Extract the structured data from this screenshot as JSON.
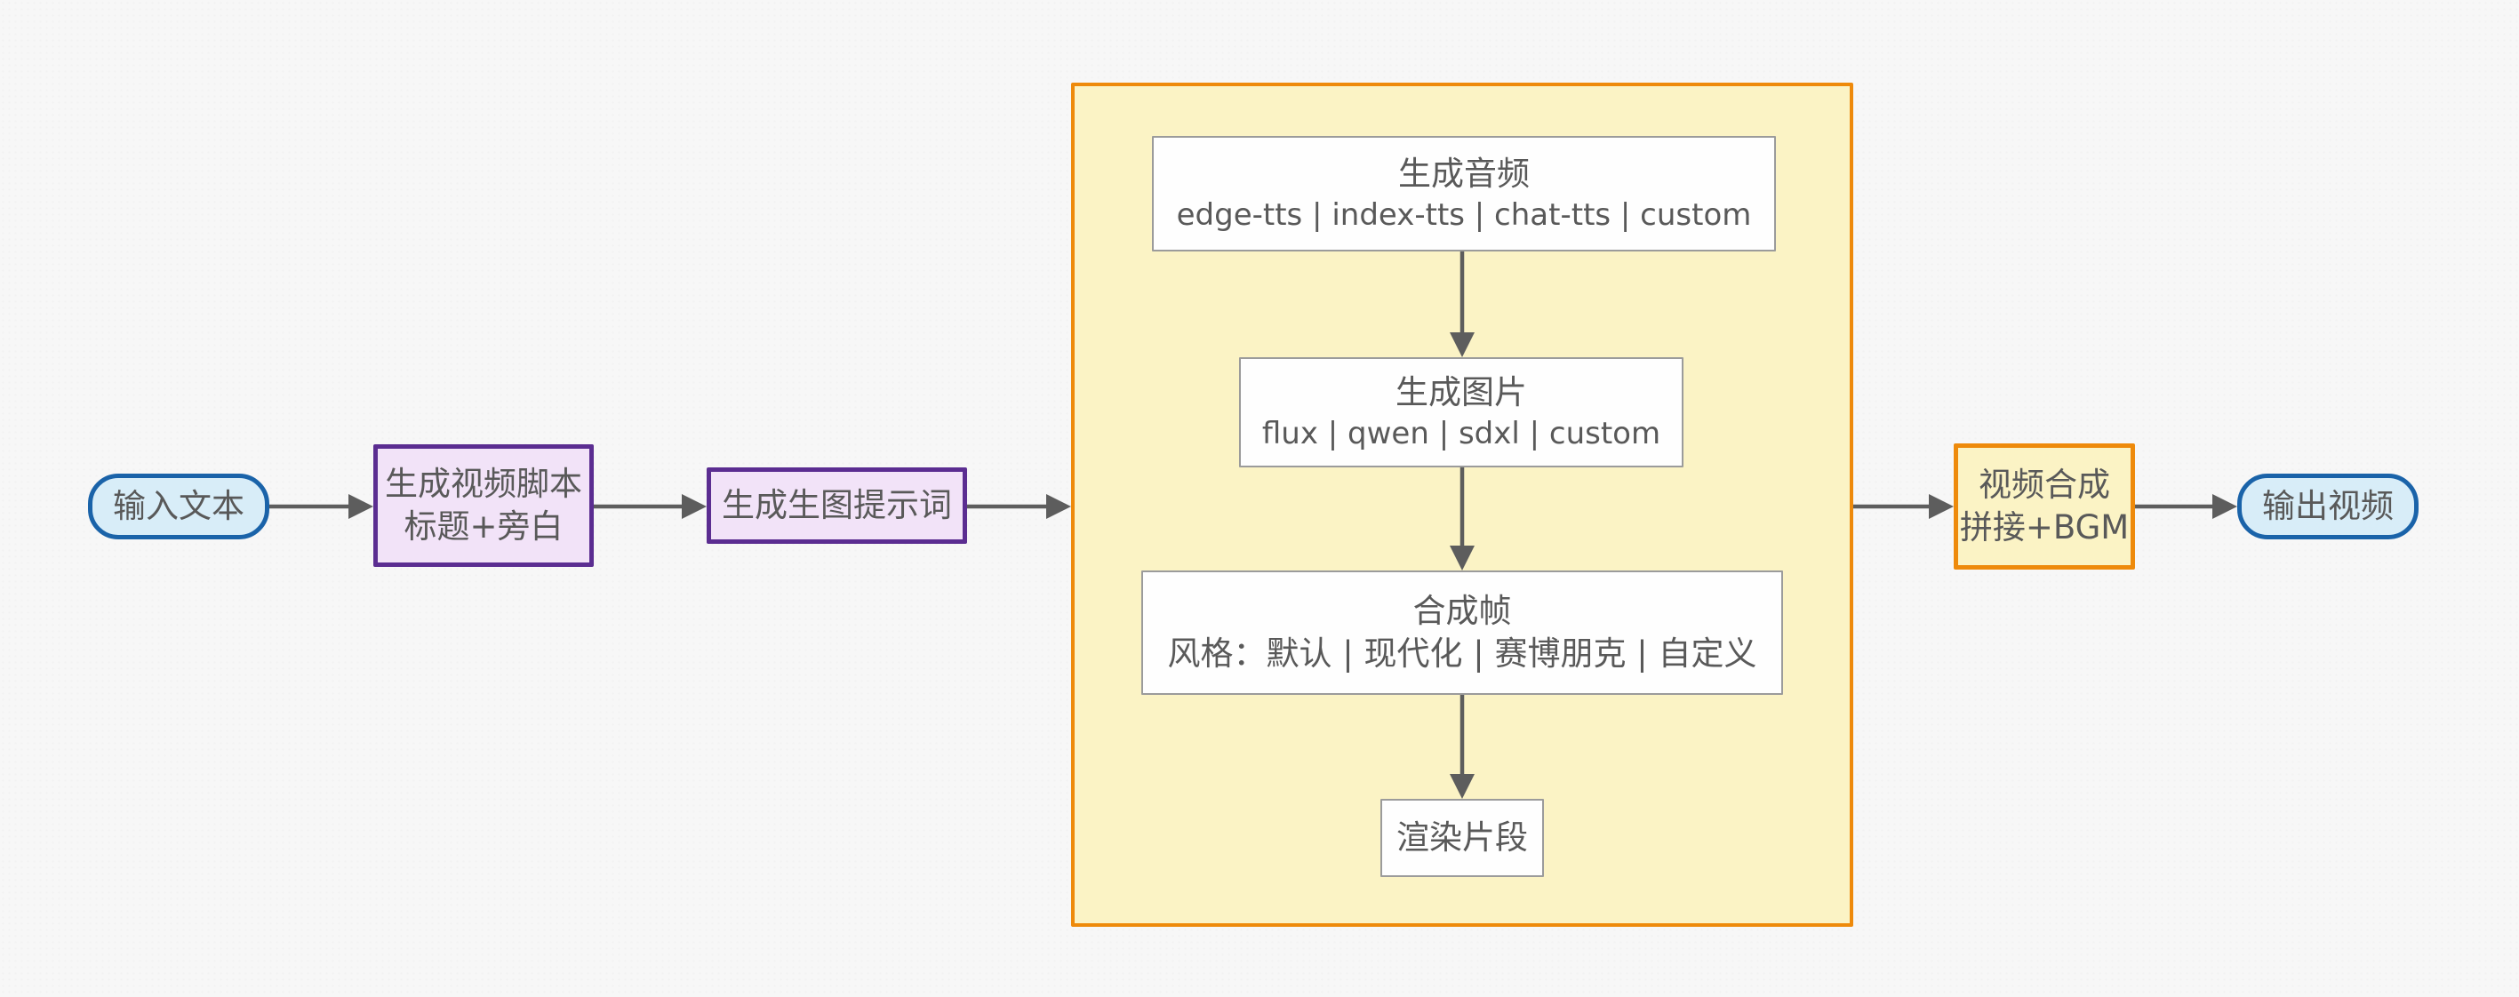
{
  "diagram": {
    "type": "flowchart",
    "direction": "left-to-right",
    "nodes": {
      "input": {
        "label": "输入文本"
      },
      "script": {
        "line1": "生成视频脚本",
        "line2": "标题+旁白"
      },
      "prompt": {
        "label": "生成生图提示词"
      },
      "audio": {
        "line1": "生成音频",
        "line2": "edge-tts | index-tts | chat-tts | custom"
      },
      "image": {
        "line1": "生成图片",
        "line2": "flux | qwen | sdxl | custom"
      },
      "frame": {
        "line1": "合成帧",
        "line2": "风格：默认 | 现代化 | 赛博朋克 | 自定义"
      },
      "render": {
        "label": "渲染片段"
      },
      "compose": {
        "line1": "视频合成",
        "line2": "拼接+BGM"
      },
      "output": {
        "label": "输出视频"
      }
    },
    "edges": [
      {
        "from": "input",
        "to": "script"
      },
      {
        "from": "script",
        "to": "prompt"
      },
      {
        "from": "prompt",
        "to": "clip-group"
      },
      {
        "from": "audio",
        "to": "image"
      },
      {
        "from": "image",
        "to": "frame"
      },
      {
        "from": "frame",
        "to": "render"
      },
      {
        "from": "clip-group",
        "to": "compose"
      },
      {
        "from": "compose",
        "to": "output"
      }
    ],
    "colors": {
      "background": "#f7f7f7",
      "terminal_fill": "#d8edf8",
      "terminal_border": "#1a63a9",
      "process_fill": "#f2e3f8",
      "process_border": "#5b2d91",
      "group_fill": "#fbf3c5",
      "group_border": "#ee8a0b",
      "step_fill": "#fefefe",
      "step_border": "#9b9b9b",
      "arrow": "#5d5d5d",
      "text": "#595959"
    }
  }
}
